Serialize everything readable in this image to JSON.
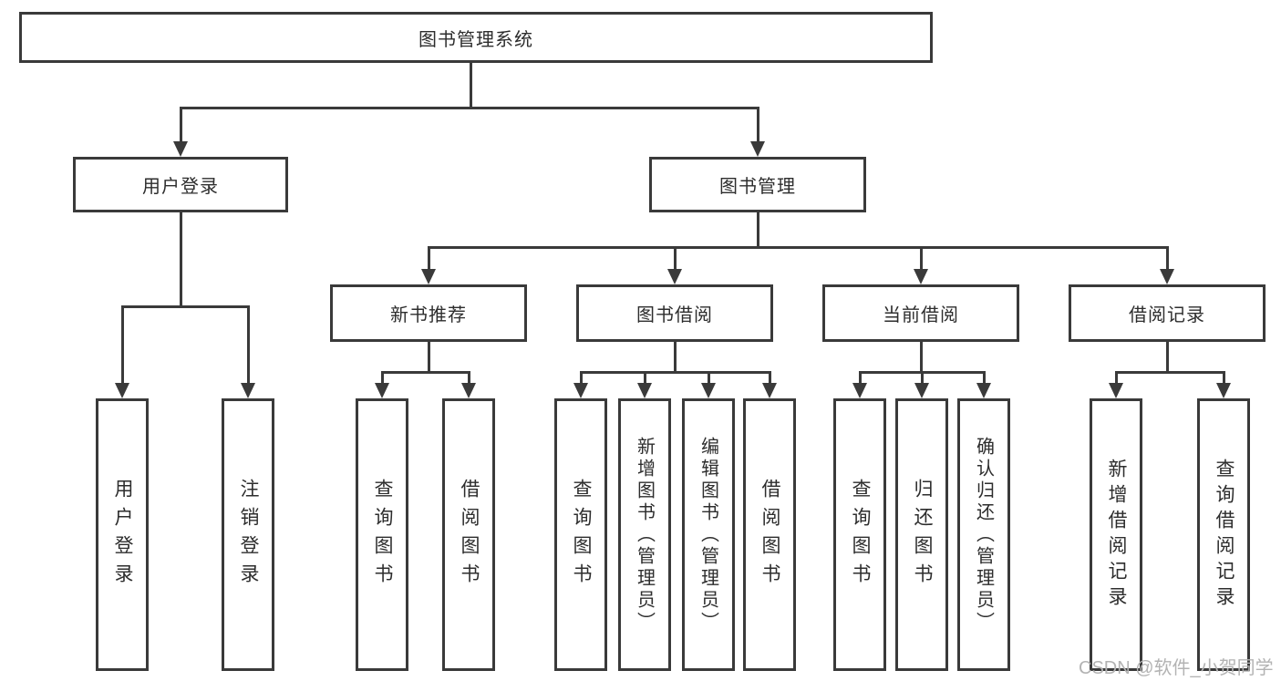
{
  "diagram": {
    "title": "图书管理系统",
    "type": "hierarchy-tree",
    "colors": {
      "line": "#3a3a3a",
      "text": "#2d2d2d",
      "box_background": "#ffffff",
      "watermark": "#b3b3b3"
    },
    "nodes": {
      "root": "图书管理系统",
      "login": "用户登录",
      "mgmt": "图书管理",
      "login_user": "用户登录",
      "login_logout": "注销登录",
      "rec": "新书推荐",
      "borrow": "图书借阅",
      "current": "当前借阅",
      "records": "借阅记录",
      "rec_query": "查询图书",
      "rec_borrow": "借阅图书",
      "borrow_query": "查询图书",
      "borrow_add": "新增图书（管理员）",
      "borrow_edit": "编辑图书（管理员）",
      "borrow_borrow": "借阅图书",
      "cur_query": "查询图书",
      "cur_return": "归还图书",
      "cur_confirm": "确认归还（管理员）",
      "recd_add": "新增借阅记录",
      "recd_query": "查询借阅记录"
    },
    "edges": [
      [
        "图书管理系统",
        "用户登录"
      ],
      [
        "图书管理系统",
        "图书管理"
      ],
      [
        "用户登录",
        "用户登录"
      ],
      [
        "用户登录",
        "注销登录"
      ],
      [
        "图书管理",
        "新书推荐"
      ],
      [
        "图书管理",
        "图书借阅"
      ],
      [
        "图书管理",
        "当前借阅"
      ],
      [
        "图书管理",
        "借阅记录"
      ],
      [
        "新书推荐",
        "查询图书"
      ],
      [
        "新书推荐",
        "借阅图书"
      ],
      [
        "图书借阅",
        "查询图书"
      ],
      [
        "图书借阅",
        "新增图书（管理员）"
      ],
      [
        "图书借阅",
        "编辑图书（管理员）"
      ],
      [
        "图书借阅",
        "借阅图书"
      ],
      [
        "当前借阅",
        "查询图书"
      ],
      [
        "当前借阅",
        "归还图书"
      ],
      [
        "当前借阅",
        "确认归还（管理员）"
      ],
      [
        "借阅记录",
        "新增借阅记录"
      ],
      [
        "借阅记录",
        "查询借阅记录"
      ]
    ]
  },
  "watermark": "CSDN @软件_小贺同学"
}
